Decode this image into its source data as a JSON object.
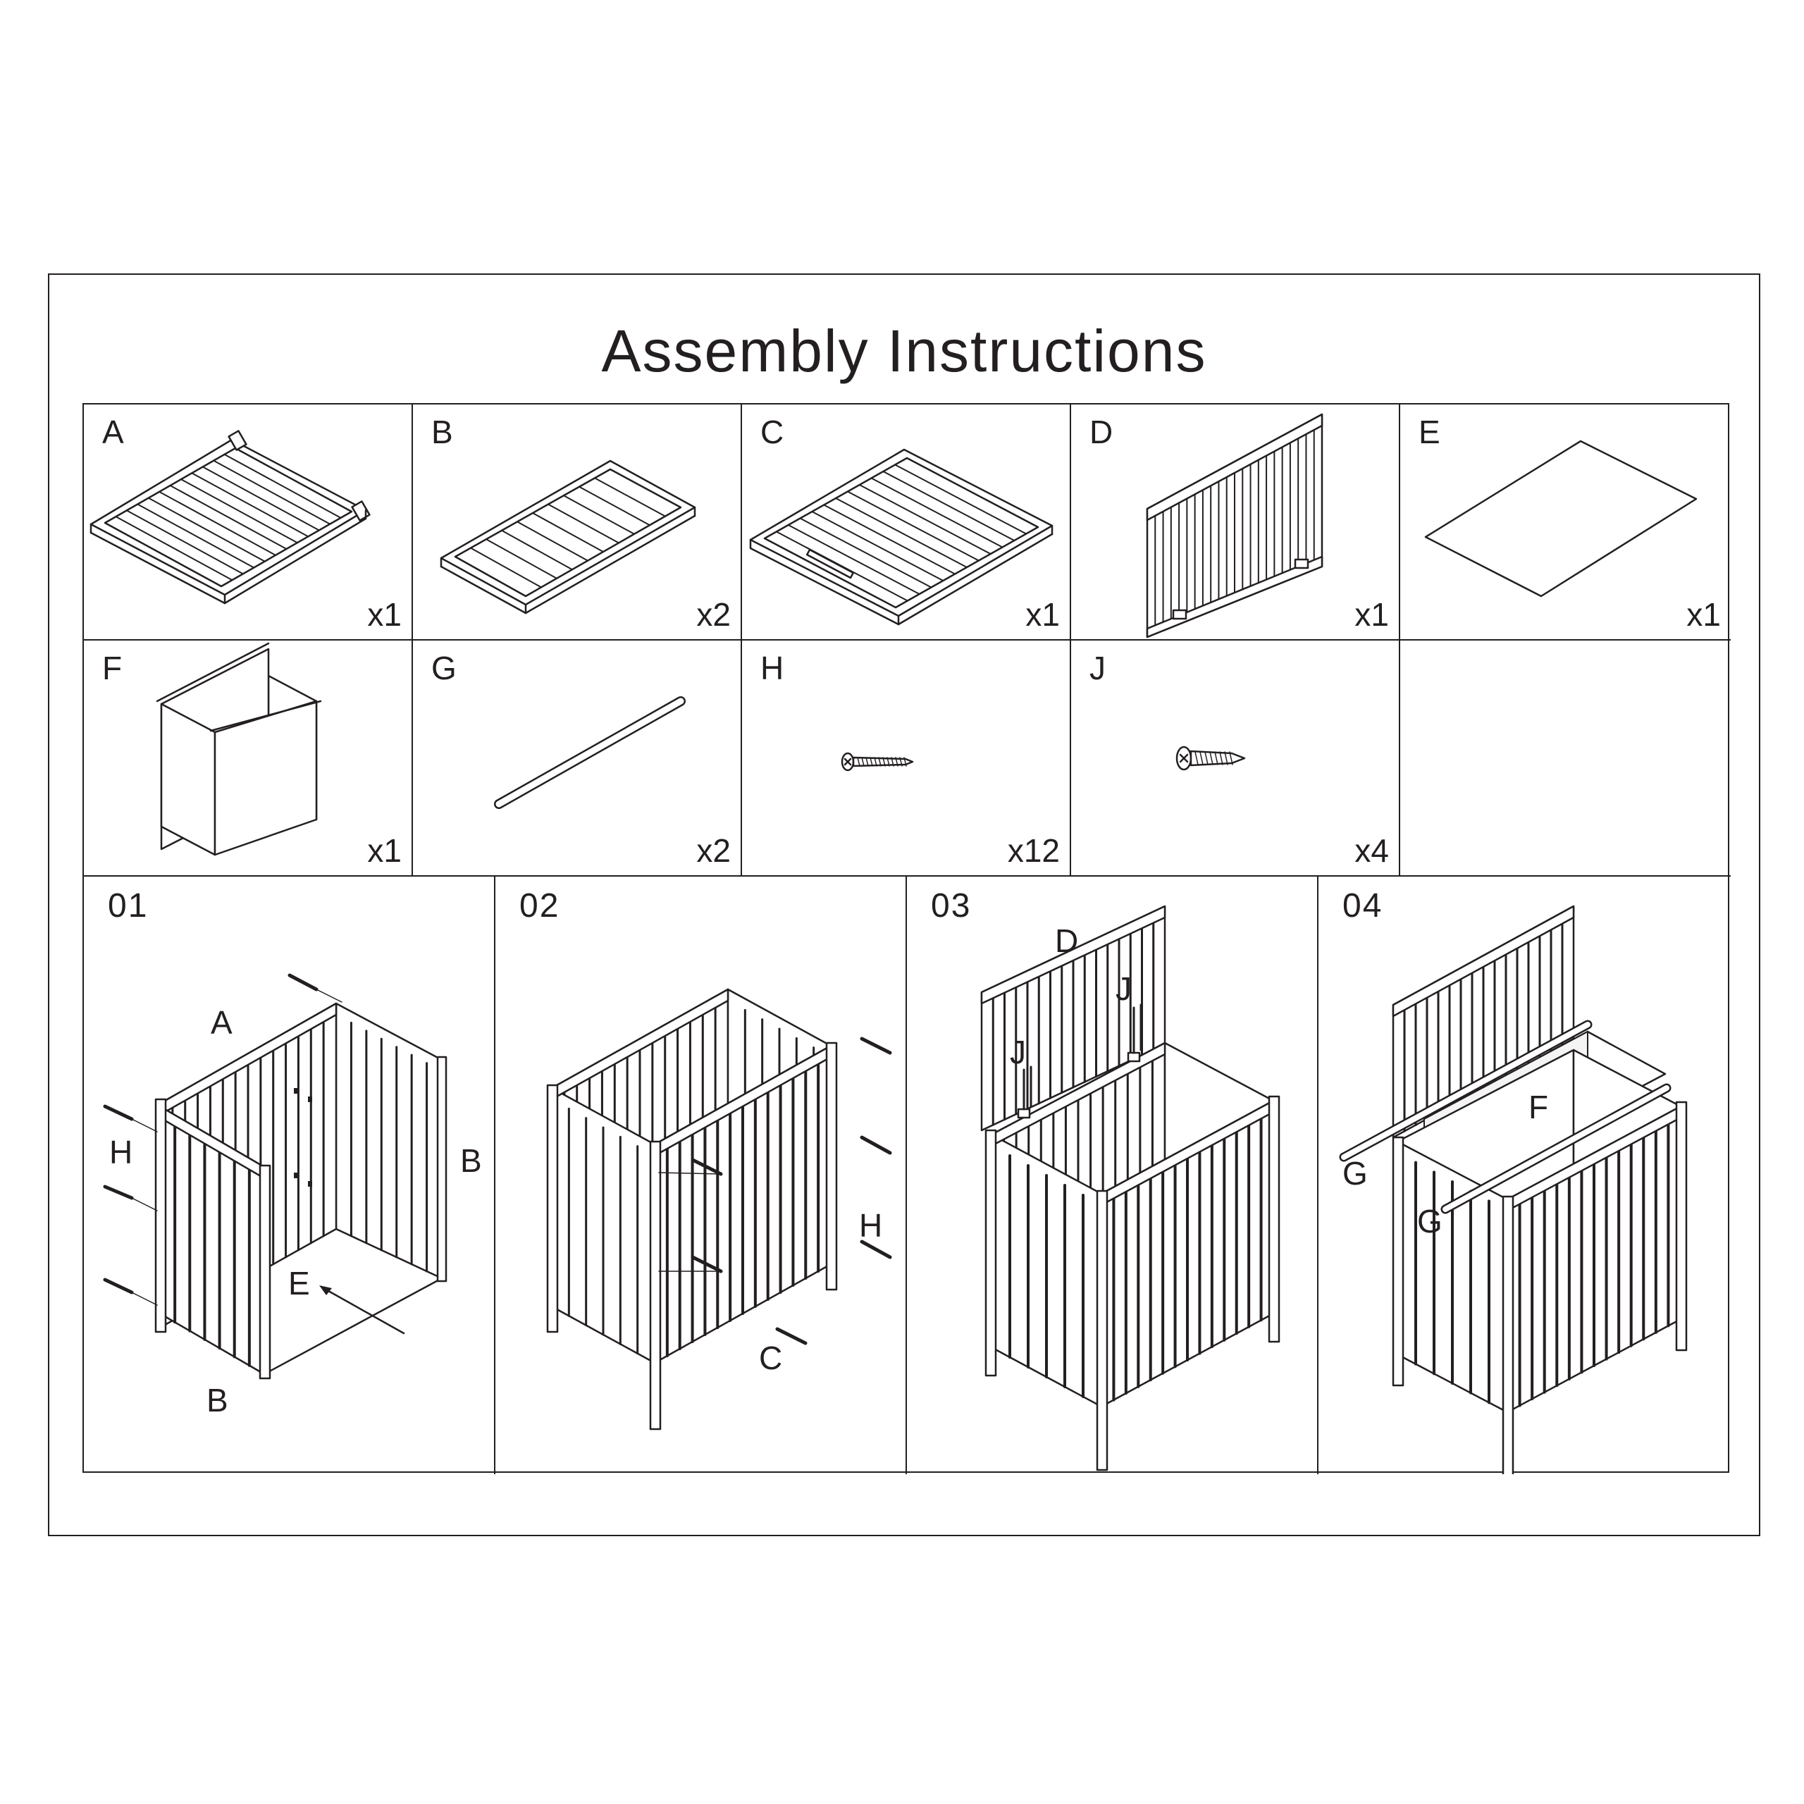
{
  "title": "Assembly Instructions",
  "parts": [
    {
      "letter": "A",
      "qty": "x1",
      "icon": "slatted-side-panel-icon"
    },
    {
      "letter": "B",
      "qty": "x2",
      "icon": "slatted-end-panel-icon"
    },
    {
      "letter": "C",
      "qty": "x1",
      "icon": "slatted-front-panel-icon"
    },
    {
      "letter": "D",
      "qty": "x1",
      "icon": "hinged-lid-panel-icon"
    },
    {
      "letter": "E",
      "qty": "x1",
      "icon": "bottom-board-icon"
    },
    {
      "letter": "F",
      "qty": "x1",
      "icon": "fabric-liner-bag-icon"
    },
    {
      "letter": "G",
      "qty": "x2",
      "icon": "support-rod-icon"
    },
    {
      "letter": "H",
      "qty": "x12",
      "icon": "long-screw-icon"
    },
    {
      "letter": "J",
      "qty": "x4",
      "icon": "short-screw-icon"
    }
  ],
  "steps": [
    {
      "number": "01",
      "callouts": [
        "A",
        "H",
        "B",
        "E",
        "B"
      ]
    },
    {
      "number": "02",
      "callouts": [
        "H",
        "C"
      ]
    },
    {
      "number": "03",
      "callouts": [
        "D",
        "J",
        "J"
      ]
    },
    {
      "number": "04",
      "callouts": [
        "F",
        "G",
        "G"
      ]
    }
  ]
}
